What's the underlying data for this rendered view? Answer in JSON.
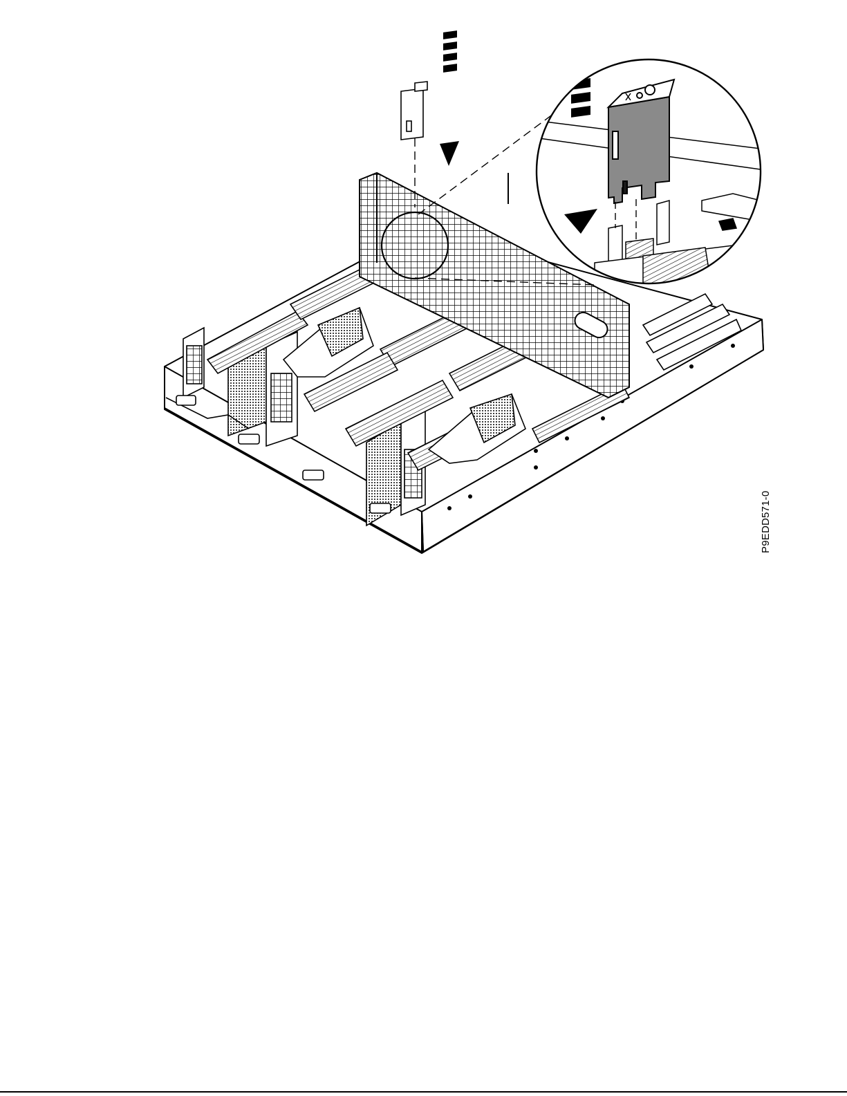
{
  "figure": {
    "figure_id": "P9EDD571-0",
    "subject": "server-chassis-system-board",
    "callout": "magnified-view-of-insertion-slot",
    "arrow_direction": "down",
    "colors": {
      "line": "#000000",
      "fill": "#ffffff",
      "part_gray": "#8a8a8a",
      "dark": "#1a1a1a"
    }
  }
}
